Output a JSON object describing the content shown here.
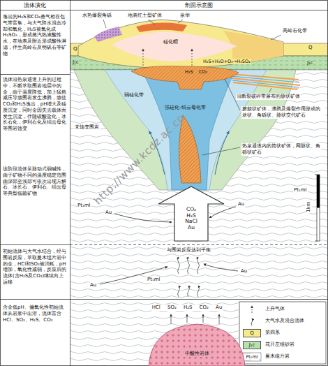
{
  "diagram": {
    "nodes": [
      {
        "text": [
          "CO₂ H₂S NaCl Au"
        ]
      },
      {
        "text": [
          "中酸性岩体"
        ]
      }
    ],
    "labels": [
      "流体演化",
      "剖面示意图",
      "逸出的H₂S和CO₂蒸气相在包气带富集，与大气降水混合冷却和氧化，H₂S被氧化成H₂SO₄，形成蒸汽热液酸性水，在地表及附近形成酸性淋滤，伴生高岭石及明矾石等矿物",
      "流体沿热泉通道上升的过程中，不断萃取围岩地层中的金，由于温度降低，加上猛然减压导致围岩发生沸腾，致使CO₂和H₂S逸出，pH增大及硅质沉淀，同时金因失去载体而发生沉淀，伴随碳酸盐化，冰长石化，伊利石化及绢云母化等围岩蚀变",
      "该阶段流体呈脉动式弱碱性，由于矿物不同的温度稳定范围由深部至浅部可依次出现方解石、冰长石、伊利石、绢云母等典型低硫矿物",
      "初始流体与大气水结合，经与围岩反应，萃取曼木组片岩中的金，HCl和SO₂被消耗，pH增加，氧化性减弱，反应后的流体(含H₂S及CO₂)继续向上运移",
      "含金低pH、偏氧化性初始流体从岩浆中出溶，流体富含HCl、SO₂、H₂S、CO₂",
      "水热爆裂角砾",
      "地表红土型矿体",
      "泉华",
      "高岭石化带",
      "Q",
      "硅化帽",
      "Q",
      "J₁c",
      "H₂S+H₂O+O₂→H₂SO₄",
      "J₁c",
      "H₂S",
      "CO₂",
      "沿断裂破碎带展布的脉状矿体",
      "弱硅化带",
      "强硅化-绢云母化带",
      "蘑菇状矿体，沸腾及爆裂作用形成的块状、角砾状、脉状交代矿石",
      "未蚀变围岩",
      "热泉通道内的筒状矿体，网脉状、角砾状矿石",
      "Pt₁ml",
      "Pt₁ml",
      "Au",
      "Au",
      "1km",
      "与围岩反应达到平衡",
      "Pt₁ml",
      "Au",
      "Au",
      "HCl SO₂ H₂S CO₂ Au",
      "Q",
      "J₁c",
      "Pt₁ml",
      "http://www.kcdz.ac.cn"
    ],
    "legend": [
      {
        "text": "上升气体"
      },
      {
        "text": "大气水及混合流体"
      },
      {
        "text": "第四系",
        "color": "#f7e98e"
      },
      {
        "text": "花开左组砂岩",
        "color": "#b9dfae"
      },
      {
        "text": "曼木组片岩"
      }
    ]
  }
}
